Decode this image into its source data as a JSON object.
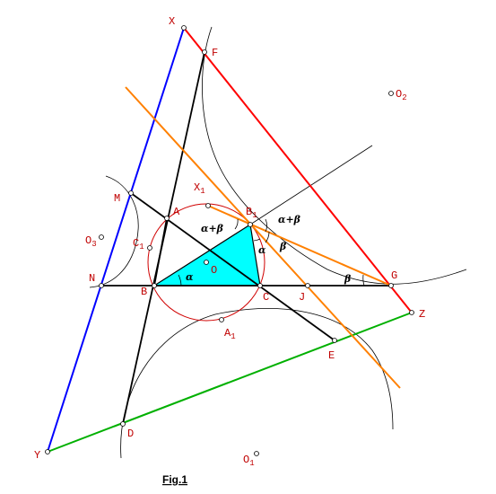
{
  "points": {
    "X": "X",
    "F": "F",
    "O2": "O",
    "O2_sub": "2",
    "M": "M",
    "X1": "X",
    "X1_sub": "1",
    "A": "A",
    "B1": "B",
    "B1_sub": "1",
    "C1": "C",
    "C1_sub": "1",
    "O3": "O",
    "O3_sub": "3",
    "O": "O",
    "N": "N",
    "B": "B",
    "C": "C",
    "J": "J",
    "G": "G",
    "Z": "Z",
    "A1": "A",
    "A1_sub": "1",
    "E": "E",
    "D": "D",
    "Y": "Y",
    "O1": "O",
    "O1_sub": "1"
  },
  "angles": {
    "alpha_beta_left": "α+β",
    "alpha_beta_right": "α+β",
    "alpha_B1": "α",
    "beta_B1": "β",
    "beta_G": "β",
    "alpha_B": "α"
  },
  "caption": "Fig.1",
  "colors": {
    "triangle_fill": "#00ffff",
    "line_red": "#ff0000",
    "line_blue": "#0000ff",
    "line_green": "#00b000",
    "line_orange": "#ff8000",
    "circle_red": "#d00000",
    "label_red": "#c00000"
  }
}
